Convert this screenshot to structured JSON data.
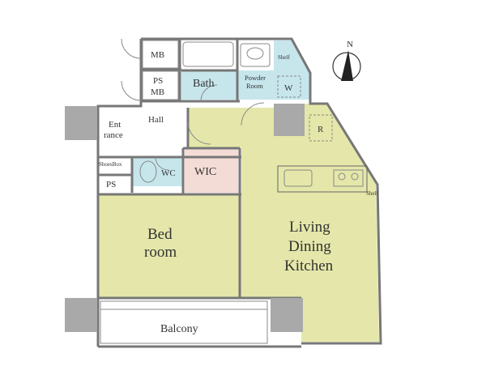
{
  "colors": {
    "living": "#e4e7a9",
    "bedroom": "#e4e7a9",
    "hall": "#e4e7a9",
    "bath": "#c6e6ec",
    "wc": "#c6e6ec",
    "powder": "#c6e6ec",
    "wic": "#f4dcd6",
    "pillar": "#a9a9a9",
    "wall": "#777777"
  },
  "rooms": {
    "mb": "MB",
    "ps_mb_1": "PS",
    "ps_mb_2": "MB",
    "bath": "Bath",
    "powder_1": "Powder",
    "powder_2": "Room",
    "shelf_top": "Shelf",
    "w": "W",
    "entrance_1": "Ent",
    "entrance_2": "rance",
    "hall": "Hall",
    "shoesbox": "ShoesBox",
    "ps": "PS",
    "wc": "WC",
    "wic": "WIC",
    "r": "R",
    "shelf_right": "Shelf",
    "bedroom_1": "Bed",
    "bedroom_2": "room",
    "ldk_1": "Living",
    "ldk_2": "Dining",
    "ldk_3": "Kitchen",
    "balcony": "Balcony"
  },
  "compass": {
    "label": "N",
    "icon": "north-arrow-icon"
  }
}
